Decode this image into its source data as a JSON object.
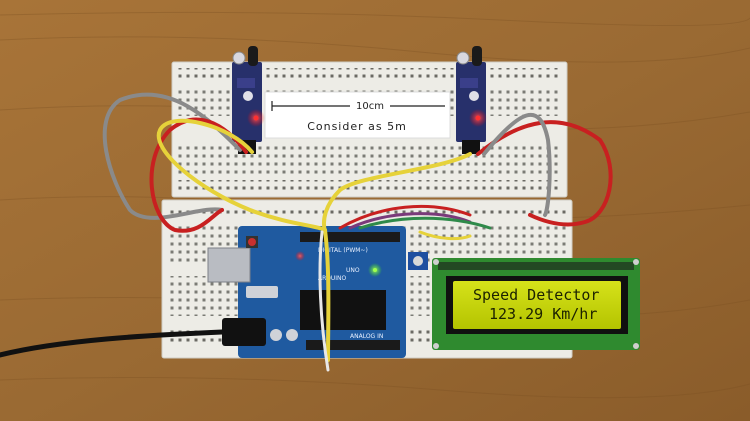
{
  "note": {
    "distance": "10cm",
    "consider": "Consider as 5m"
  },
  "lcd": {
    "line1": "Speed Detector",
    "line2": "123.29 Km/hr"
  },
  "board": {
    "brand": "ARDUINO",
    "model": "UNO",
    "header_label": "DIGITAL (PWM~)",
    "analog_label": "ANALOG IN"
  },
  "colors": {
    "table": "#9a6a35",
    "breadboard": "#ecebe4",
    "arduino": "#1f5aa0",
    "lcd_screen": "#c6d400",
    "lcd_pcb": "#2f8a2f",
    "sensor_pcb": "#27306b",
    "wire_red": "#c82020",
    "wire_yellow": "#e6d23a",
    "wire_gray": "#8c8c8c"
  }
}
